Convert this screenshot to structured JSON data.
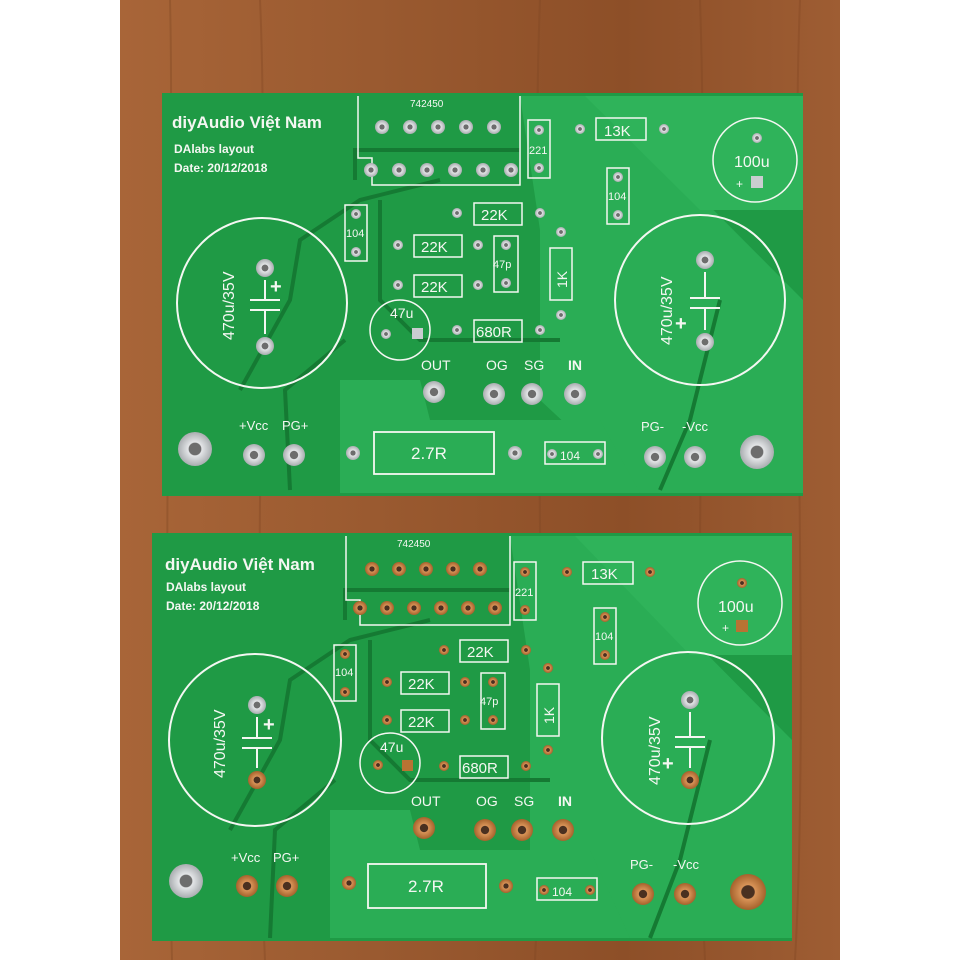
{
  "colors": {
    "background": "#ffffff",
    "wood": "#9a5a30",
    "wood_dark": "#7d4522",
    "board": "#1f9a45",
    "board_trace": "#2fb35a",
    "board_dark": "#178036",
    "silkscreen": "#f4f7f2",
    "pad_silver": "#c9cdd0",
    "pad_copper": "#b87333"
  },
  "boards": [
    {
      "title": "diyAudio Việt Nam",
      "subtitle": "DAlabs layout",
      "date": "Date: 20/12/2018",
      "ic_label": "742450",
      "cap_221": "221",
      "res_13k": "13K",
      "cap_100u": "100u",
      "cap_100u_polarity": "+",
      "cap_104_left": "104",
      "cap_104_right": "104",
      "cap_104_bottom": "104",
      "res_22k_a": "22K",
      "res_22k_b": "22K",
      "res_22k_c": "22K",
      "cap_47p": "47p",
      "res_1k": "1K",
      "cap_47u": "47u",
      "res_680r": "680R",
      "cap_left": "470u/35V",
      "cap_right": "470u/35V",
      "out_label": "OUT",
      "og_label": "OG",
      "sg_label": "SG",
      "in_label": "IN",
      "vcc_pos_label": "+Vcc",
      "pg_pos_label": "PG+",
      "res_27r": "2.7R",
      "pg_neg_label": "PG-",
      "vcc_neg_label": "-Vcc",
      "plus_sign": "+"
    },
    {
      "title": "diyAudio Việt Nam",
      "subtitle": "DAlabs layout",
      "date": "Date: 20/12/2018",
      "ic_label": "742450",
      "cap_221": "221",
      "res_13k": "13K",
      "cap_100u": "100u",
      "cap_100u_polarity": "+",
      "cap_104_left": "104",
      "cap_104_right": "104",
      "cap_104_bottom": "104",
      "res_22k_a": "22K",
      "res_22k_b": "22K",
      "res_22k_c": "22K",
      "cap_47p": "47p",
      "res_1k": "1K",
      "cap_47u": "47u",
      "res_680r": "680R",
      "cap_left": "470u/35V",
      "cap_right": "470u/35V",
      "out_label": "OUT",
      "og_label": "OG",
      "sg_label": "SG",
      "in_label": "IN",
      "vcc_pos_label": "+Vcc",
      "pg_pos_label": "PG+",
      "res_27r": "2.7R",
      "pg_neg_label": "PG-",
      "vcc_neg_label": "-Vcc",
      "plus_sign": "+"
    }
  ]
}
